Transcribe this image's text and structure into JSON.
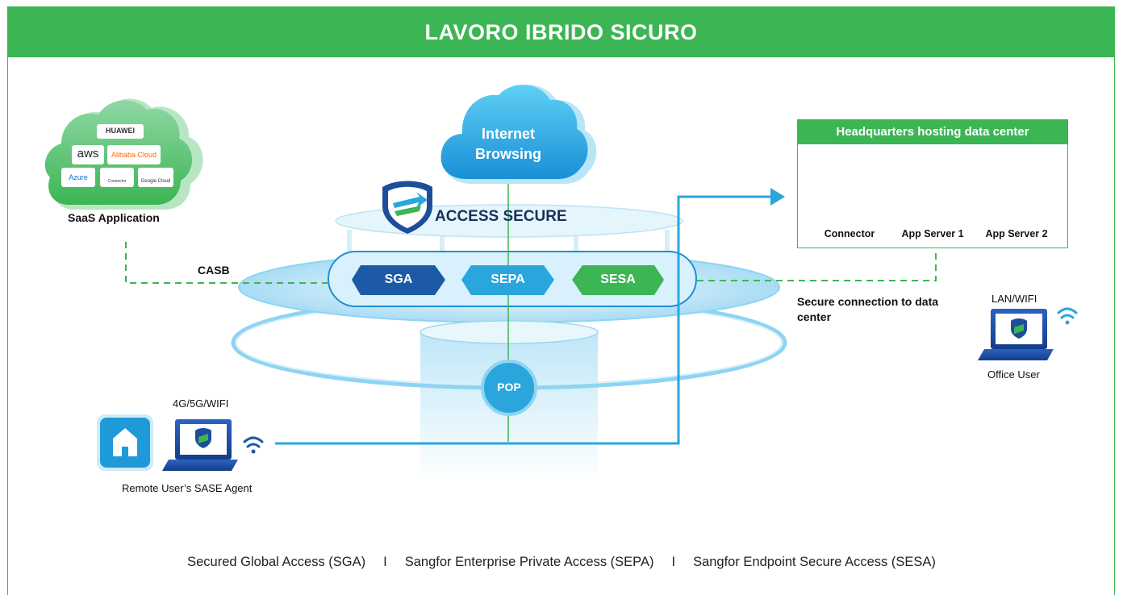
{
  "banner": {
    "title": "LAVORO IBRIDO SICURO"
  },
  "saas": {
    "label": "SaaS Application",
    "vendors": [
      "HUAWEI",
      "aws",
      "Alibaba Cloud",
      "Azure",
      "Connector",
      "Google Cloud"
    ]
  },
  "cloud": {
    "line1": "Internet",
    "line2": "Browsing"
  },
  "platform": {
    "brand": "ACCESS SECURE",
    "pop": "POP"
  },
  "modules": {
    "sga": "SGA",
    "sepa": "SEPA",
    "sesa": "SESA"
  },
  "links": {
    "casb": "CASB",
    "secure_connection": "Secure connection to data center"
  },
  "hq": {
    "title": "Headquarters hosting data center",
    "connector": "Connector",
    "app_server_1": "App Server 1",
    "app_server_2": "App Server 2"
  },
  "office": {
    "network": "LAN/WIFI",
    "label": "Office User"
  },
  "remote": {
    "network": "4G/5G/WIFI",
    "label": "Remote User’s SASE Agent"
  },
  "footer": {
    "item1": "Secured Global Access (SGA)",
    "item2": "Sangfor Enterprise Private Access (SEPA)",
    "item3": "Sangfor Endpoint Secure Access (SESA)",
    "separator": "I"
  },
  "colors": {
    "green": "#3cb554",
    "blue": "#1c5aa8",
    "cyan": "#2aa6dd",
    "light_blue": "#c9ecfb"
  }
}
